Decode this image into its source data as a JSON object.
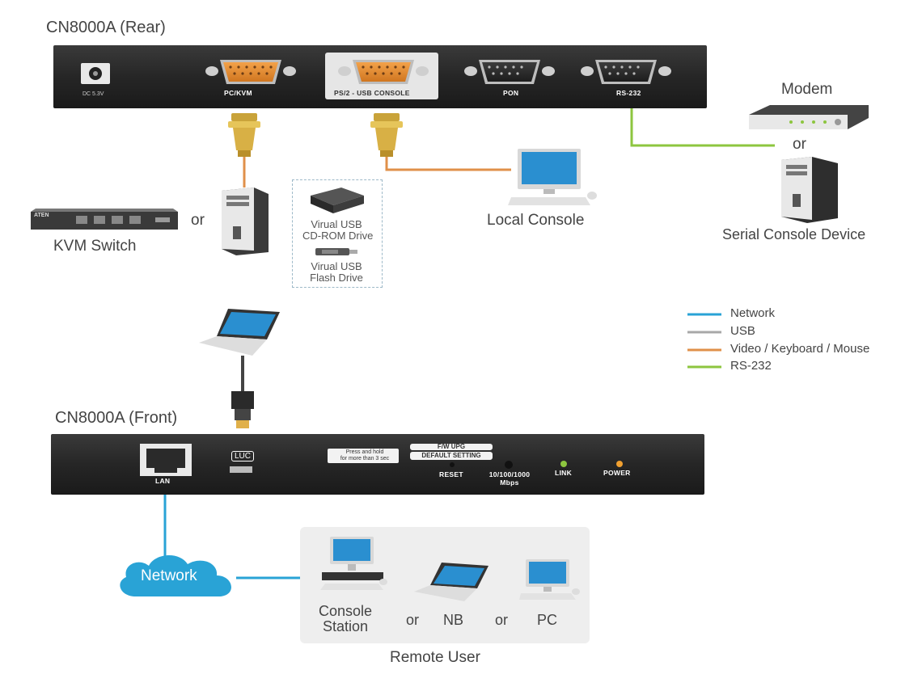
{
  "rear": {
    "title": "CN8000A (Rear)",
    "dc_label": "DC 5.3V",
    "ports": {
      "pc_kvm": "PC/KVM",
      "ps2_usb_console": "PS/2 - USB CONSOLE",
      "pon": "PON",
      "rs232": "RS-232"
    }
  },
  "front": {
    "title": "CN8000A (Front)",
    "lan": "LAN",
    "luc": "LUC",
    "press_hold_line1": "Press and hold",
    "press_hold_line2": "for more than 3 sec",
    "fw_upg": "F/W UPG",
    "default_setting": "DEFAULT SETTING",
    "reset": "RESET",
    "speed_line1": "10/100/1000",
    "speed_line2": "Mbps",
    "link": "LINK",
    "power": "POWER"
  },
  "devices": {
    "kvm_switch": "KVM Switch",
    "or_kvm": "or",
    "virtual_cdrom_line1": "Virual USB",
    "virtual_cdrom_line2": "CD-ROM Drive",
    "virtual_flash_line1": "Virual USB",
    "virtual_flash_line2": "Flash Drive",
    "local_console": "Local Console",
    "modem": "Modem",
    "or_modem": "or",
    "serial_console": "Serial Console Device",
    "kvm_brand": "ATEN"
  },
  "network": {
    "cloud": "Network"
  },
  "remote": {
    "console_station_line1": "Console",
    "console_station_line2": "Station",
    "or1": "or",
    "nb": "NB",
    "or2": "or",
    "pc": "PC",
    "title": "Remote User"
  },
  "legend": [
    {
      "label": "Network",
      "color": "#29a3d6"
    },
    {
      "label": "USB",
      "color": "#a8a8a8"
    },
    {
      "label": "Video / Keyboard / Mouse",
      "color": "#e0904a"
    },
    {
      "label": "RS-232",
      "color": "#8dc63f"
    }
  ],
  "colors": {
    "network": "#29a3d6",
    "usb": "#a8a8a8",
    "video": "#e0904a",
    "rs232": "#8dc63f",
    "panel": "#2b2b2b"
  }
}
